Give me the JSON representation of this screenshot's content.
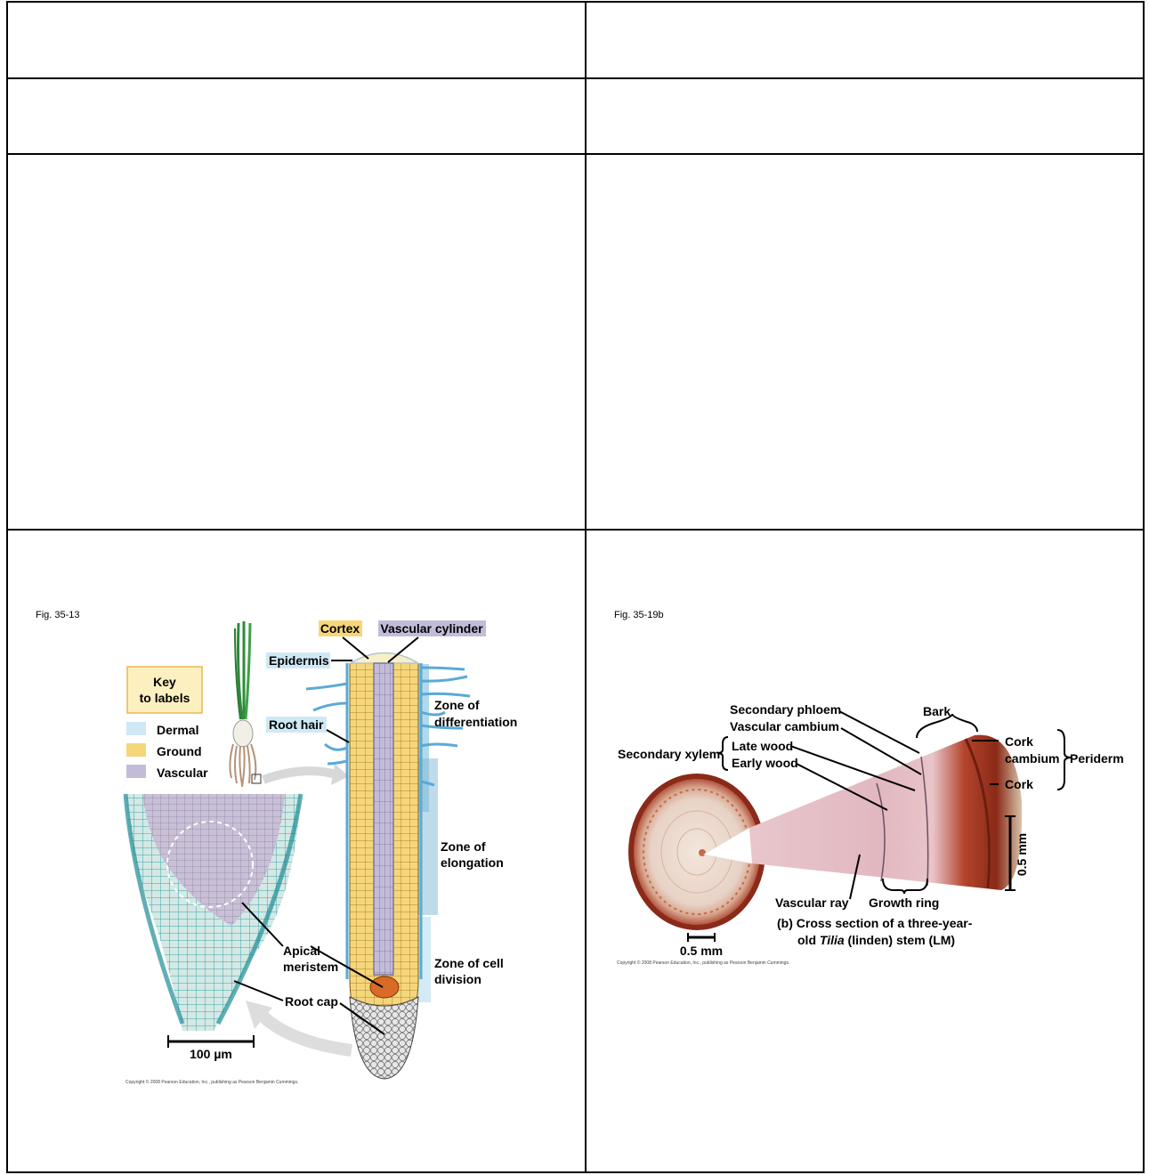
{
  "left_figure": {
    "caption": "Fig. 35-13",
    "copyright": "Copyright © 2008 Pearson Education, Inc., publishing as Pearson Benjamin Cummings.",
    "key": {
      "title_line1": "Key",
      "title_line2": "to labels",
      "items": [
        {
          "label": "Dermal",
          "color": "#cfe8f6"
        },
        {
          "label": "Ground",
          "color": "#f6d67a"
        },
        {
          "label": "Vascular",
          "color": "#c3bcd9"
        }
      ]
    },
    "labels": {
      "cortex": "Cortex",
      "vascular_cylinder": "Vascular cylinder",
      "epidermis": "Epidermis",
      "root_hair": "Root hair",
      "zone_diff_1": "Zone of",
      "zone_diff_2": "differentiation",
      "zone_elong_1": "Zone of",
      "zone_elong_2": "elongation",
      "zone_cell_1": "Zone of cell",
      "zone_cell_2": "division",
      "apical_1": "Apical",
      "apical_2": "meristem",
      "root_cap": "Root cap",
      "scale": "100 µm"
    }
  },
  "right_figure": {
    "caption": "Fig. 35-19b",
    "copyright": "Copyright © 2008 Pearson Education, Inc., publishing as Pearson Benjamin Cummings.",
    "labels": {
      "secondary_phloem": "Secondary phloem",
      "vascular_cambium": "Vascular cambium",
      "late_wood": "Late wood",
      "early_wood": "Early wood",
      "secondary_xylem": "Secondary xylem",
      "bark": "Bark",
      "cork_cambium_1": "Cork",
      "cork_cambium_2": "cambium",
      "periderm": "Periderm",
      "cork": "Cork",
      "scale_right": "0.5 mm",
      "scale_left": "0.5 mm",
      "vascular_ray": "Vascular ray",
      "growth_ring": "Growth ring",
      "caption_line1": "(b) Cross section of a three-year-",
      "caption_line2_a": "old ",
      "caption_line2_b": "Tilia",
      "caption_line2_c": " (linden) stem (LM)"
    }
  }
}
